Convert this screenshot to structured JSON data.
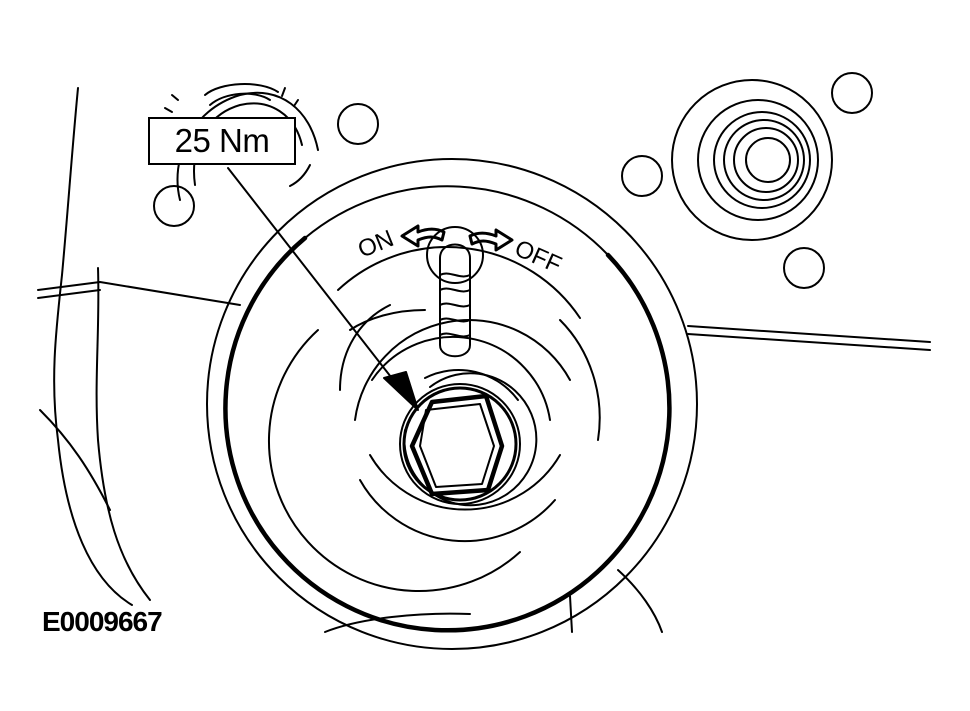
{
  "callout": {
    "torque": "25 Nm"
  },
  "dial": {
    "on_label": "ON",
    "off_label": "OFF"
  },
  "figure": {
    "id": "E0009667"
  }
}
